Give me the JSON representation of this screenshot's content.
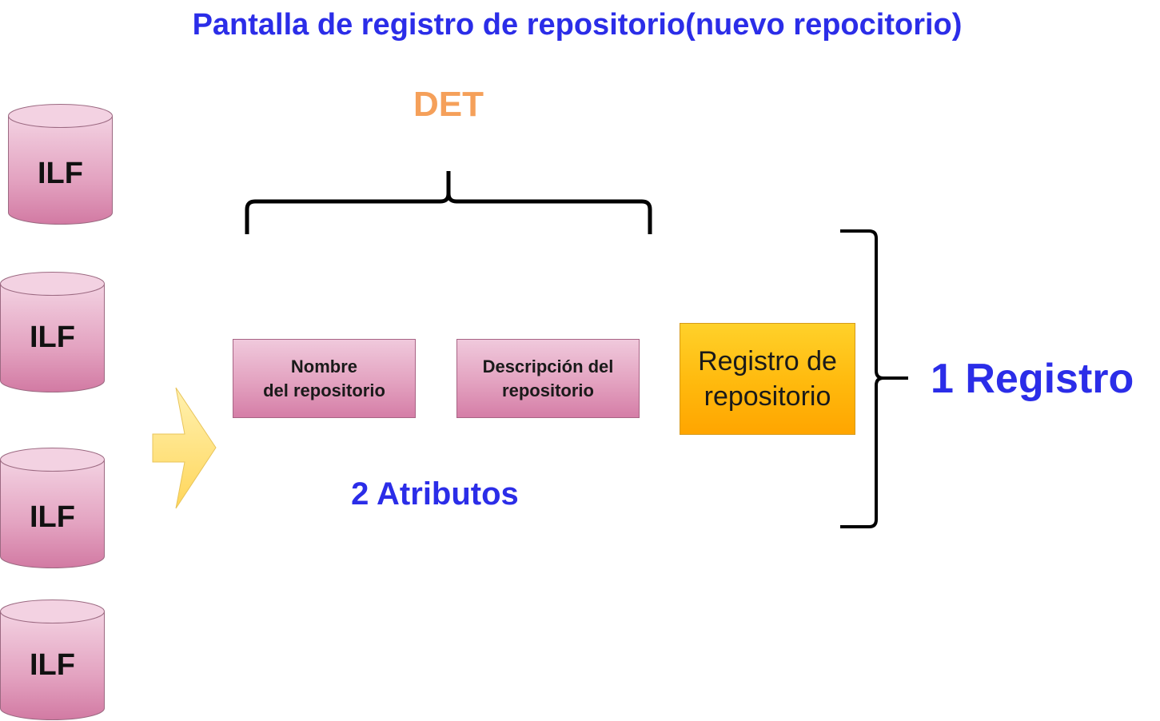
{
  "title": "Pantalla de registro de repositorio(nuevo repocitorio)",
  "det_label": "DET",
  "ilf_stores": [
    {
      "label": "ILF"
    },
    {
      "label": "ILF"
    },
    {
      "label": "ILF"
    },
    {
      "label": "ILF"
    }
  ],
  "attributes": [
    {
      "label": "Nombre\ndel repositorio"
    },
    {
      "label": "Descripción del\nrepositorio"
    }
  ],
  "attributes_count_label": "2 Atributos",
  "record_box": {
    "label": "Registro de\nrepositorio"
  },
  "records_count_label": "1 Registro",
  "colors": {
    "title_blue": "#2b2de8",
    "det_orange": "#f5a05a",
    "cylinder_pink": "#e3a2c0",
    "attribute_pink": "#e3a2c0",
    "record_orange": "#ffb90d",
    "arrow_yellow": "#ffe07a"
  }
}
